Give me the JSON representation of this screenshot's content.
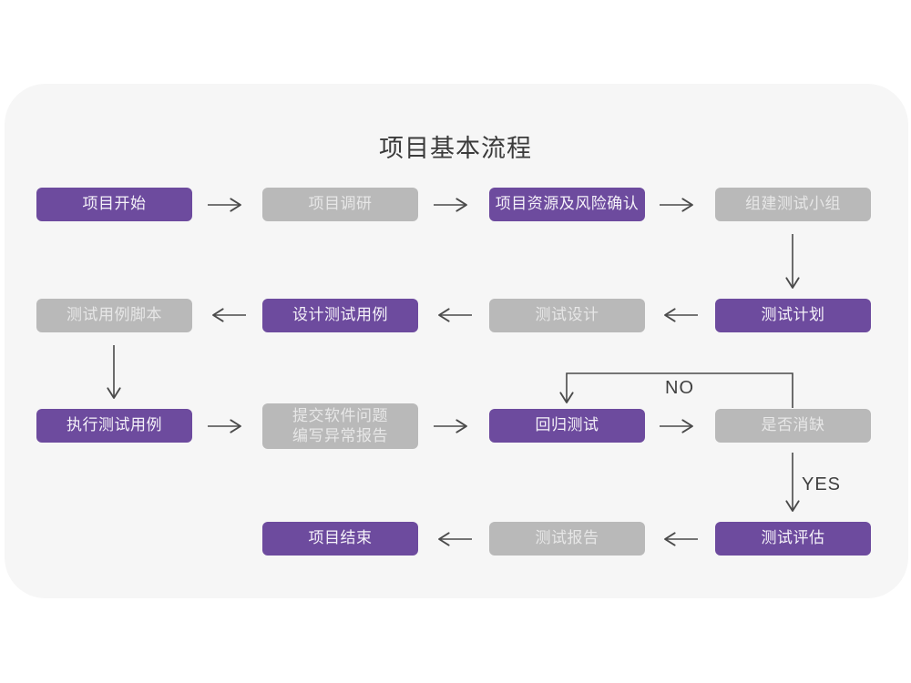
{
  "title": "项目基本流程",
  "flow": {
    "nodes": [
      {
        "id": "project-start",
        "label": "项目开始",
        "variant": "purple"
      },
      {
        "id": "project-research",
        "label": "项目调研",
        "variant": "gray"
      },
      {
        "id": "resources-risk",
        "label": "项目资源及风险确认",
        "variant": "purple"
      },
      {
        "id": "build-test-team",
        "label": "组建测试小组",
        "variant": "gray"
      },
      {
        "id": "test-plan",
        "label": "测试计划",
        "variant": "purple"
      },
      {
        "id": "test-design",
        "label": "测试设计",
        "variant": "gray"
      },
      {
        "id": "design-test-cases",
        "label": "设计测试用例",
        "variant": "purple"
      },
      {
        "id": "test-case-scripts",
        "label": "测试用例脚本",
        "variant": "gray"
      },
      {
        "id": "execute-test-cases",
        "label": "执行测试用例",
        "variant": "purple"
      },
      {
        "id": "submit-issue-report",
        "lines": [
          "提交软件问题",
          "编写异常报告"
        ],
        "variant": "gray"
      },
      {
        "id": "regression-test",
        "label": "回归测试",
        "variant": "purple"
      },
      {
        "id": "defect-cleared",
        "label": "是否消缺",
        "variant": "gray"
      },
      {
        "id": "test-evaluation",
        "label": "测试评估",
        "variant": "purple"
      },
      {
        "id": "test-report",
        "label": "测试报告",
        "variant": "gray"
      },
      {
        "id": "project-end",
        "label": "项目结束",
        "variant": "purple"
      }
    ],
    "branch_labels": {
      "no": "NO",
      "yes": "YES"
    }
  },
  "colors": {
    "node_purple": "#6d4b9e",
    "node_purple_text": "#f5f2f9",
    "node_gray": "#b9b9b9",
    "node_gray_text": "#e7e7e7",
    "card_background": "#f6f6f6",
    "page_background": "#ffffff",
    "arrow": "#4a4a4a",
    "title_text": "#3b3b3b"
  }
}
